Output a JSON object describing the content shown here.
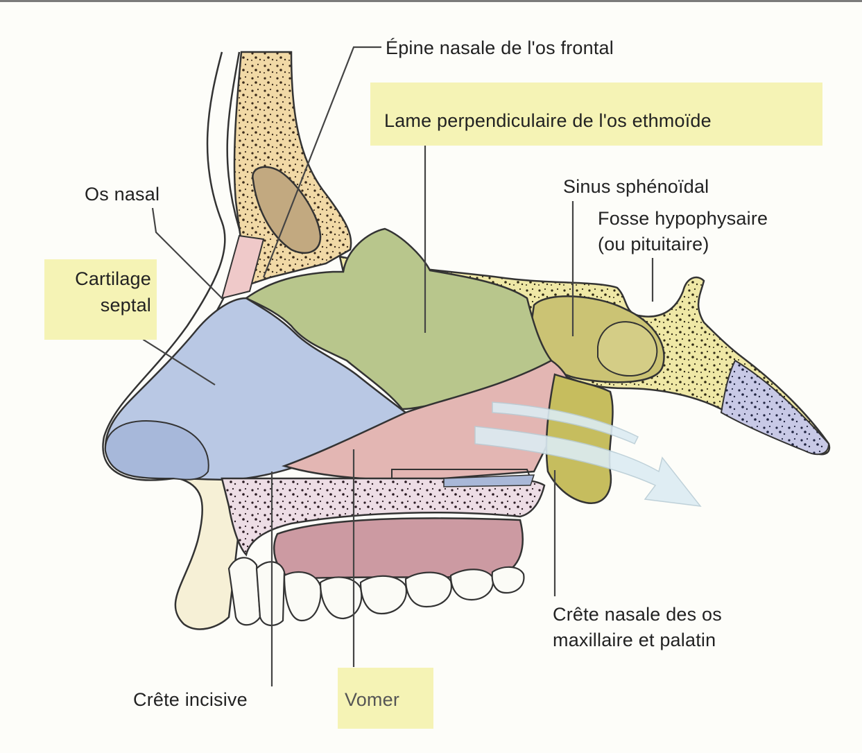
{
  "labels": {
    "epine_nasale": "Épine nasale de l'os frontal",
    "lame_perpendiculaire": "Lame perpendiculaire de l'os ethmoïde",
    "sinus_sphenoidal": "Sinus sphénoïdal",
    "fosse_hypophysaire_line1": "Fosse hypophysaire",
    "fosse_hypophysaire_line2": "(ou pituitaire)",
    "os_nasal": "Os nasal",
    "cartilage_septal_line1": "Cartilage",
    "cartilage_septal_line2": "septal",
    "crete_nasale_line1": "Crête nasale des os",
    "crete_nasale_line2": "maxillaire et palatin",
    "crete_incisive": "Crête incisive",
    "vomer": "Vomer"
  },
  "colors": {
    "cartilage_septal": "#b9c8e4",
    "lame_ethmoide": "#b8c68c",
    "vomer": "#e3b6b3",
    "bone": "#f2d7a3",
    "sphenoid_bone": "#efe8a8",
    "sinus": "#cbc374",
    "label_highlight": "#f5f3b5",
    "airflow": "#dcecf3"
  }
}
